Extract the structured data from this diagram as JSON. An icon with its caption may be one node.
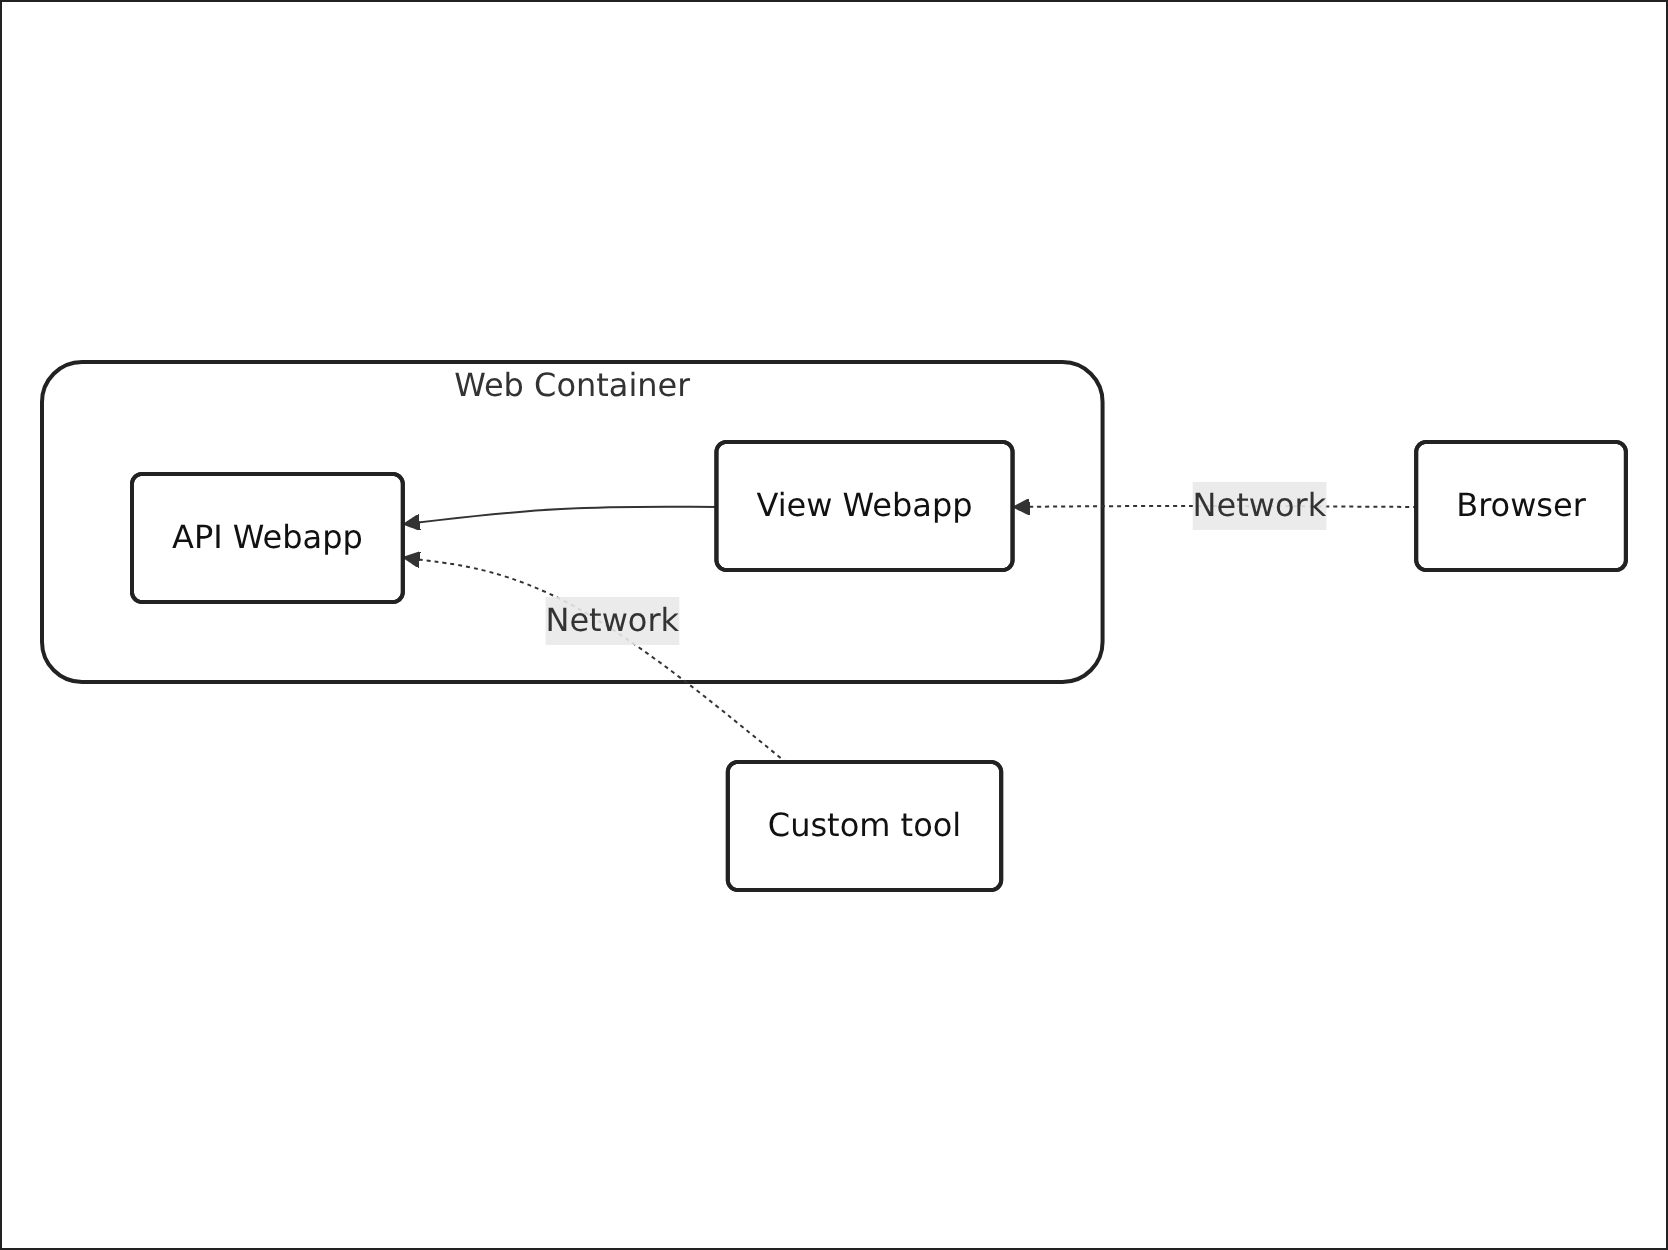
{
  "diagram": {
    "nodes": [
      {
        "text": [
          "Web Container"
        ]
      },
      {
        "text": [
          "View Webapp"
        ],
        "in": 0
      },
      {
        "text": [
          "API Webapp"
        ],
        "in": 0
      },
      {
        "text": [
          "Browser"
        ]
      },
      {
        "text": [
          "Custom tool"
        ]
      }
    ],
    "edges": [
      {
        "from": 3,
        "to": 1,
        "arrow": "to",
        "label": "Network",
        "style": "dashed"
      },
      {
        "from": 1,
        "to": 2,
        "arrow": "to"
      },
      {
        "from": 4,
        "to": 2,
        "arrow": "to",
        "label": "Network",
        "style": "dashed"
      }
    ]
  }
}
